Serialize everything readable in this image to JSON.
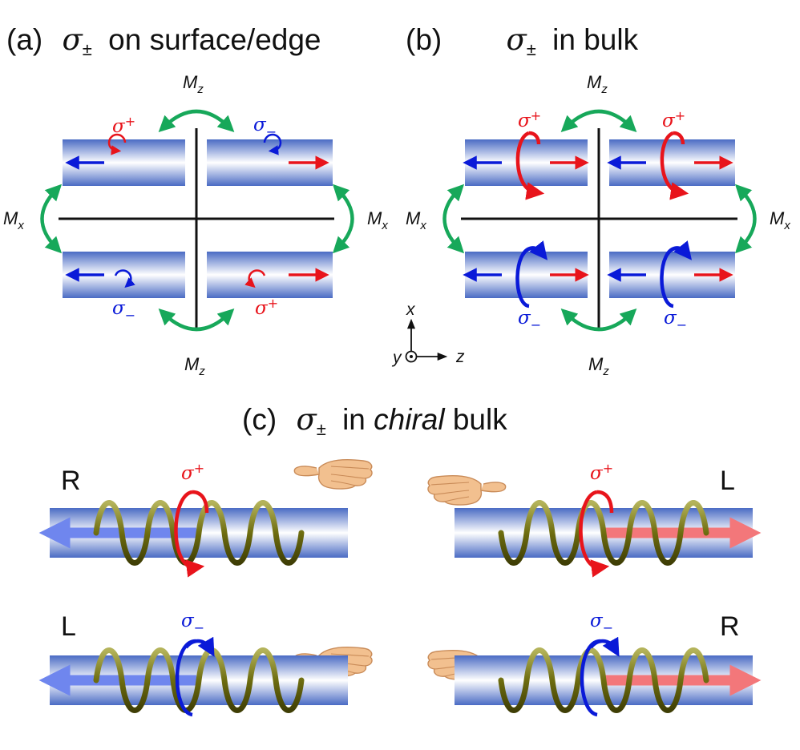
{
  "panel_a": {
    "letter": "(a)",
    "sigma": "σ",
    "sub": "±",
    "text": "on surface/edge"
  },
  "panel_b": {
    "letter": "(b)",
    "sigma": "σ",
    "sub": "±",
    "text": "in bulk"
  },
  "panel_c": {
    "letter": "(c)",
    "sigma": "σ",
    "sub": "±",
    "word1": "in",
    "word2": "chiral",
    "word3": "bulk"
  },
  "symbols": {
    "M": "M",
    "z": "z",
    "x": "x",
    "sigma": "σ",
    "plus": "+",
    "minus": "−"
  },
  "axes": {
    "x": "x",
    "y": "y",
    "z": "z"
  },
  "chirality": {
    "right": "R",
    "left": "L"
  },
  "colors": {
    "red": "#e8141b",
    "blue": "#0a1ad8",
    "green": "#17a85a",
    "cyl_edge": "#4a6bc4",
    "cyl_mid": "#ffffff",
    "arrow_blue_light": "#6f86ee",
    "arrow_red_light": "#f3777a",
    "helix": "#7b7a13",
    "hand": "#f2c08f"
  }
}
